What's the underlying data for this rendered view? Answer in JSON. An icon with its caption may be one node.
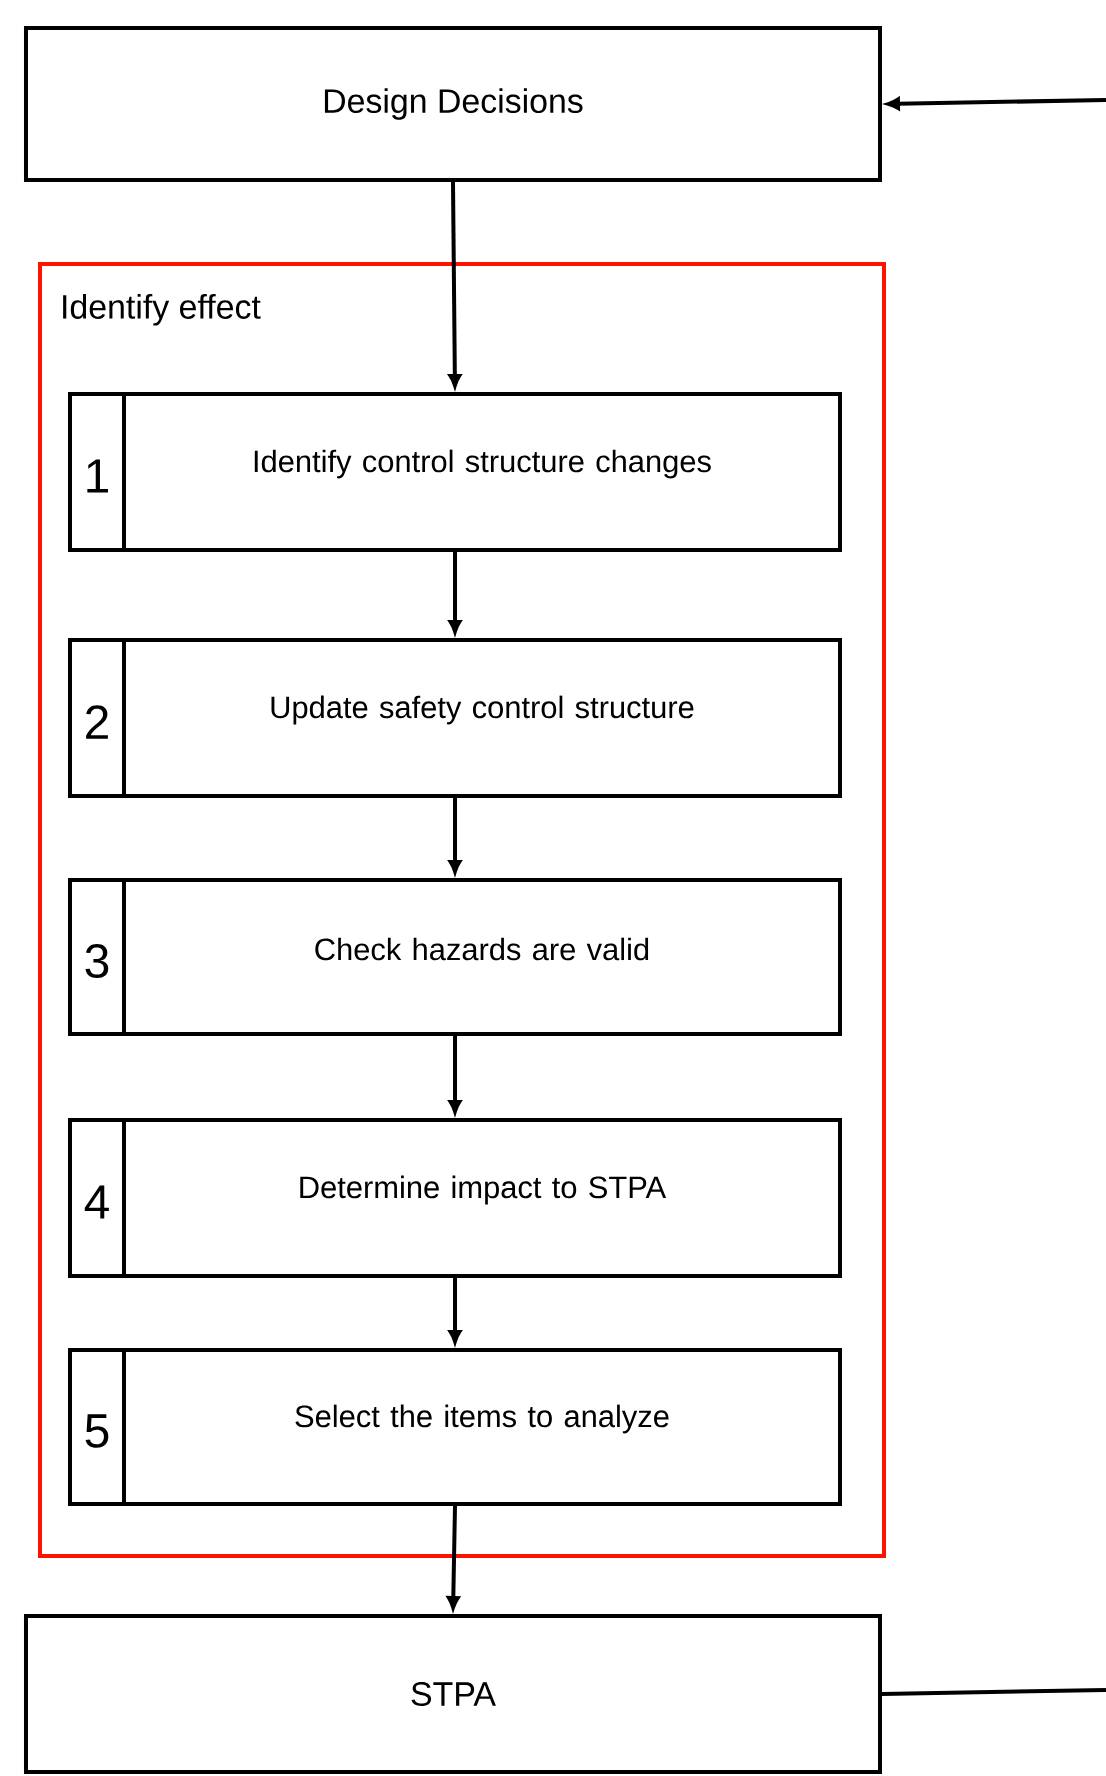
{
  "diagram": {
    "nodes": [
      {
        "text": [
          "Design Decisions"
        ]
      },
      {
        "text": [
          "Identify effect"
        ]
      },
      {
        "text": [
          "1",
          "Identify control structure changes"
        ],
        "in": 1
      },
      {
        "text": [
          "2",
          "Update safety control structure"
        ],
        "in": 1
      },
      {
        "text": [
          "3",
          "Check hazards are valid"
        ],
        "in": 1
      },
      {
        "text": [
          "4",
          "Determine impact to STPA"
        ],
        "in": 1
      },
      {
        "text": [
          "5",
          "Select the items to analyze"
        ],
        "in": 1
      },
      {
        "text": [
          "STPA"
        ]
      }
    ],
    "edges": [
      {
        "from": null,
        "to": 0,
        "arrow": "to"
      },
      {
        "from": 0,
        "to": 2,
        "arrow": "to"
      },
      {
        "from": 2,
        "to": 3,
        "arrow": "to"
      },
      {
        "from": 3,
        "to": 4,
        "arrow": "to"
      },
      {
        "from": 4,
        "to": 5,
        "arrow": "to"
      },
      {
        "from": 5,
        "to": 6,
        "arrow": "to"
      },
      {
        "from": 6,
        "to": 7,
        "arrow": "to"
      },
      {
        "from": 7,
        "to": null,
        "arrow": "none"
      }
    ]
  }
}
